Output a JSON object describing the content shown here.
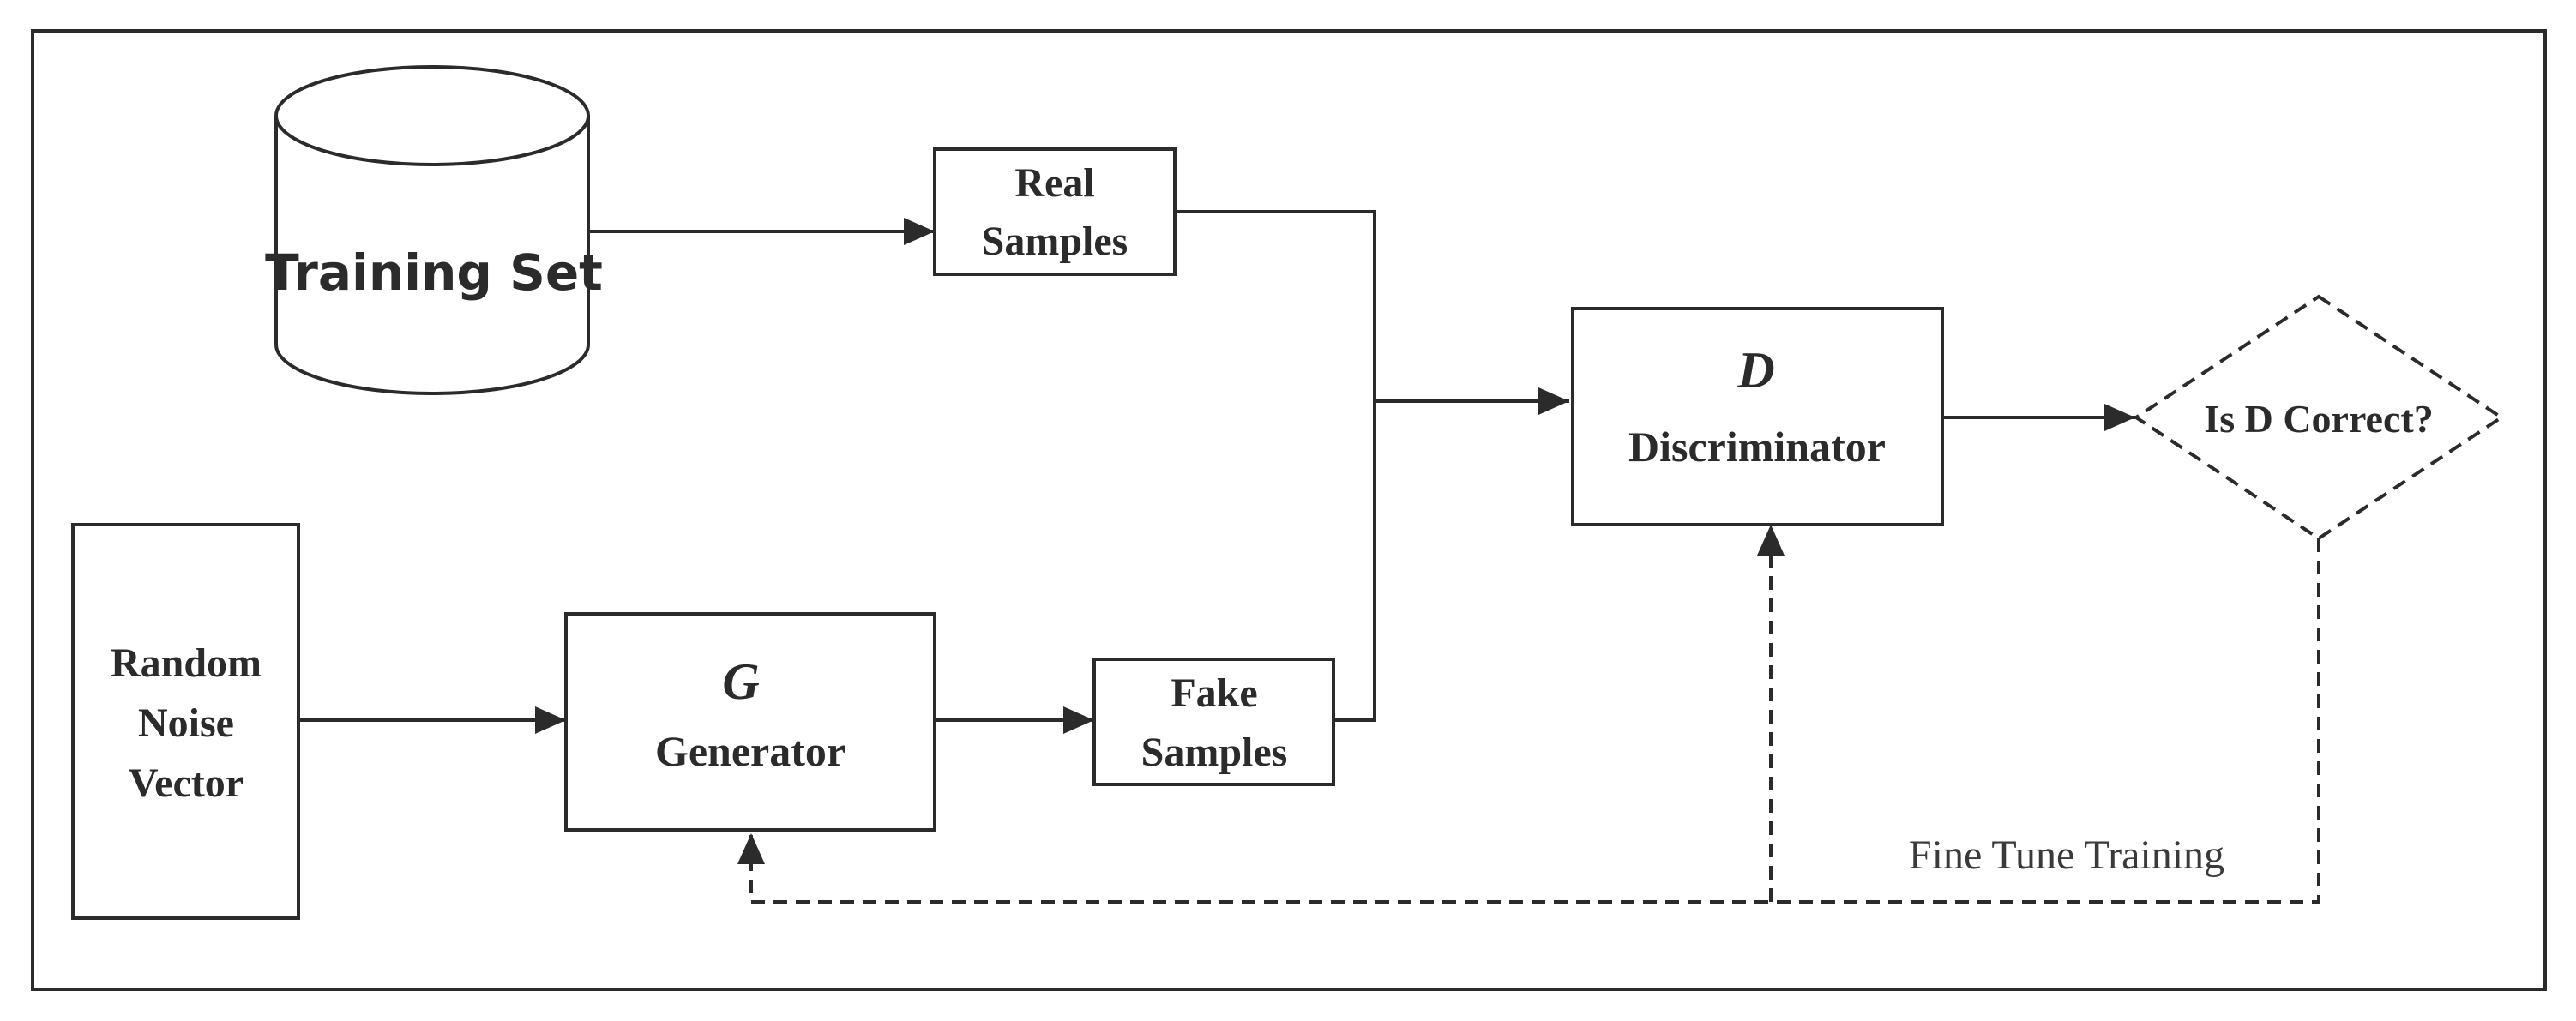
{
  "nodes": {
    "training_set": {
      "label": "Training Set",
      "shape": "cylinder"
    },
    "real_samples": {
      "line1": "Real",
      "line2": "Samples",
      "shape": "rectangle"
    },
    "random_noise": {
      "line1": "Random",
      "line2": "Noise",
      "line3": "Vector",
      "shape": "rectangle"
    },
    "generator": {
      "symbol": "G",
      "label": "Generator",
      "shape": "rectangle"
    },
    "fake_samples": {
      "line1": "Fake",
      "line2": "Samples",
      "shape": "rectangle"
    },
    "discriminator": {
      "symbol": "D",
      "label": "Discriminator",
      "shape": "rectangle"
    },
    "decision": {
      "label": "Is D Correct?",
      "shape": "diamond"
    }
  },
  "edges": [
    {
      "from": "training_set",
      "to": "real_samples",
      "style": "solid"
    },
    {
      "from": "random_noise",
      "to": "generator",
      "style": "solid"
    },
    {
      "from": "generator",
      "to": "fake_samples",
      "style": "solid"
    },
    {
      "from": "real_samples",
      "to": "discriminator",
      "style": "solid"
    },
    {
      "from": "fake_samples",
      "to": "discriminator",
      "style": "solid"
    },
    {
      "from": "discriminator",
      "to": "decision",
      "style": "solid"
    },
    {
      "from": "decision",
      "to": "discriminator",
      "style": "dashed"
    },
    {
      "from": "decision",
      "to": "generator",
      "style": "dashed"
    }
  ],
  "feedback_label": "Fine Tune Training",
  "colors": {
    "stroke": "#2b2b2b",
    "background": "#ffffff"
  }
}
